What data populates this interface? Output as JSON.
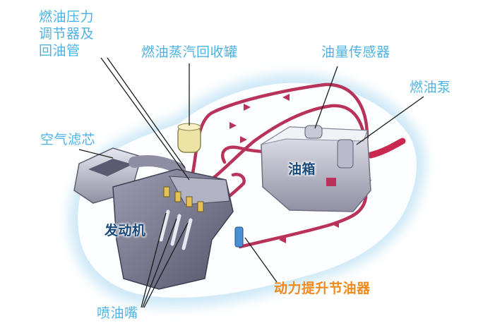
{
  "labels": {
    "regulator": [
      "燃油压力",
      "调节器及",
      "回油管"
    ],
    "vapor_canister": "燃油蒸汽回收罐",
    "fuel_level_sensor": "油量传感器",
    "fuel_pump": "燃油泵",
    "air_filter": "空气滤芯",
    "fuel_tank": "油箱",
    "engine": "发动机",
    "power_fuel_regulator": "动力提升节油器",
    "injectors": "喷油嘴"
  },
  "colors": {
    "label_blue": "#4eb3e3",
    "label_orange": "#ee8a1e",
    "fuel_line": "#b8325a",
    "car_glow": "#cfe9f7"
  }
}
